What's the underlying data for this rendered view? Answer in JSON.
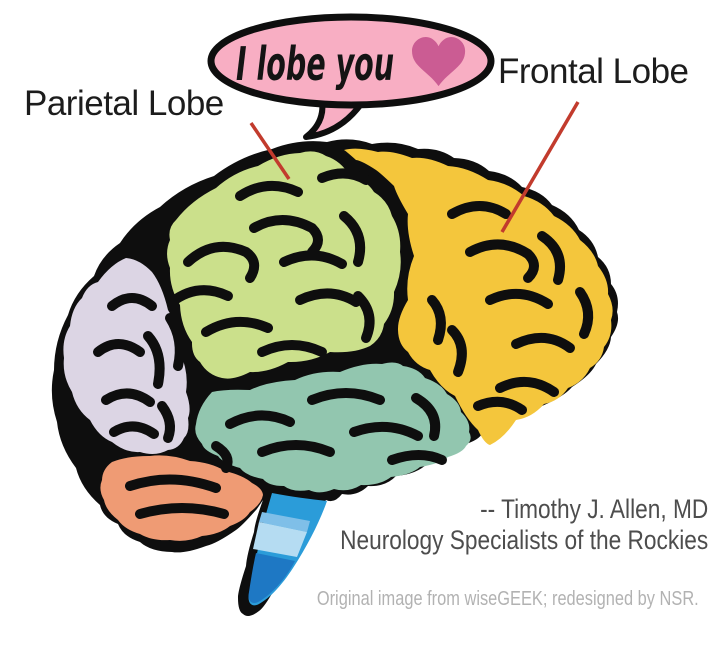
{
  "colors": {
    "background": "#FFFFFF",
    "outline": "#0E0E0E",
    "label_text": "#1C1C1C",
    "pointer_red": "#C23B2D",
    "bubble_fill": "#F8AEC3",
    "bubble_text": "#141414",
    "heart": "#CB5C93",
    "attribution_text": "#4D4D4D",
    "credit_text": "#B2B2B2"
  },
  "speech_bubble": {
    "text": "I lobe you",
    "heart_icon": "heart"
  },
  "labels": {
    "parietal": "Parietal Lobe",
    "frontal": "Frontal Lobe"
  },
  "brain": {
    "region_colors": {
      "parietal": "#CBE08B",
      "frontal": "#F4C63C",
      "temporal": "#92C6AF",
      "occipital": "#DCD5E4",
      "cerebellum": "#EF9B74",
      "brainstem": "#2B9CD9",
      "brainstem_band_mid": "#7FBFE8",
      "brainstem_band_light": "#B5DCF2",
      "brainstem_band_dark": "#1E78C4"
    }
  },
  "attribution": {
    "line1": "-- Timothy J. Allen, MD",
    "line2": "Neurology Specialists of the Rockies"
  },
  "credit": "Original image from wiseGEEK; redesigned by NSR."
}
